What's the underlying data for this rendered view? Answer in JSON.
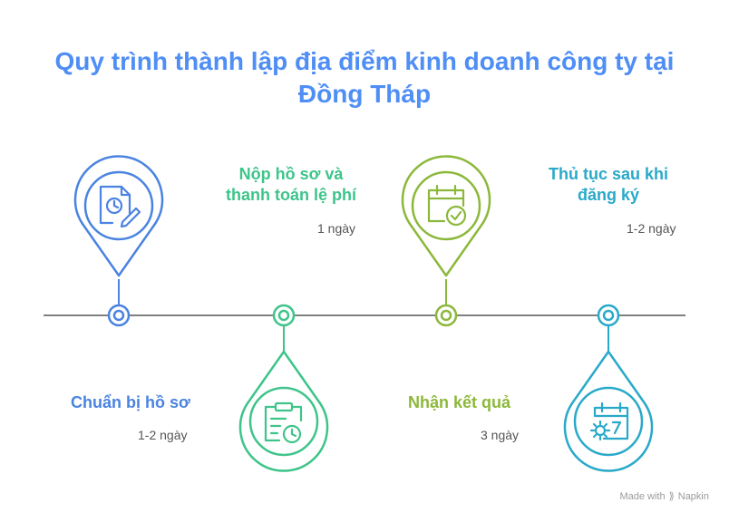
{
  "title": {
    "line1": "Quy trình thành lập địa điểm kinh doanh công ty tại",
    "line2": "Đồng Tháp"
  },
  "steps": [
    {
      "label_lines": [
        "Chuẩn bị hồ sơ"
      ],
      "duration": "1-2 ngày",
      "color": "#4a83e0",
      "icon": "document-clock-edit-icon",
      "pin": "above"
    },
    {
      "label_lines": [
        "Nộp hồ sơ và",
        "thanh toán lệ phí"
      ],
      "duration": "1 ngày",
      "color": "#3ec48a",
      "icon": "clipboard-clock-icon",
      "pin": "below"
    },
    {
      "label_lines": [
        "Nhận kết quả"
      ],
      "duration": "3 ngày",
      "color": "#8bb83a",
      "icon": "calendar-check-icon",
      "pin": "above"
    },
    {
      "label_lines": [
        "Thủ tục sau khi",
        "đăng ký"
      ],
      "duration": "1-2 ngày",
      "color": "#29a9c9",
      "icon": "calendar-gear-icon",
      "pin": "below"
    }
  ],
  "colors": {
    "title": "#4f8ef5",
    "timeline": "#808080"
  },
  "watermark": {
    "prefix": "Made with",
    "brand": "Napkin"
  }
}
